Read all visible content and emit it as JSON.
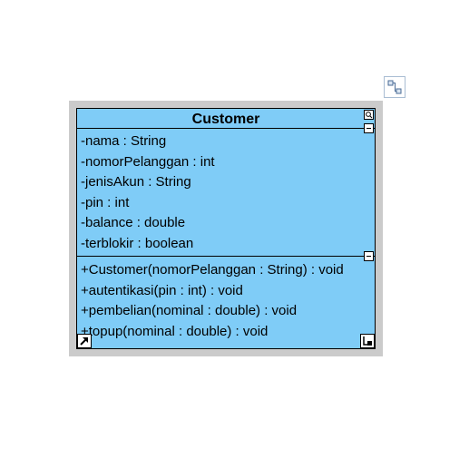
{
  "class": {
    "name": "Customer",
    "attributes": [
      "-nama : String",
      "-nomorPelanggan : int",
      "-jenisAkun : String",
      "-pin : int",
      "-balance : double",
      "-terblokir : boolean"
    ],
    "operations": [
      "+Customer(nomorPelanggan : String) : void",
      "+autentikasi(pin : int) : void",
      "+pembelian(nominal : double) : void",
      "+topup(nominal : double) : void"
    ]
  },
  "colors": {
    "class_fill": "#7fccf7",
    "selection_frame": "#cbcbcb",
    "border": "#000000"
  },
  "icons": [
    "connector-icon",
    "zoom-icon",
    "collapse-attributes-icon",
    "collapse-operations-icon",
    "shortcut-arrow-icon",
    "resize-handle-icon"
  ]
}
